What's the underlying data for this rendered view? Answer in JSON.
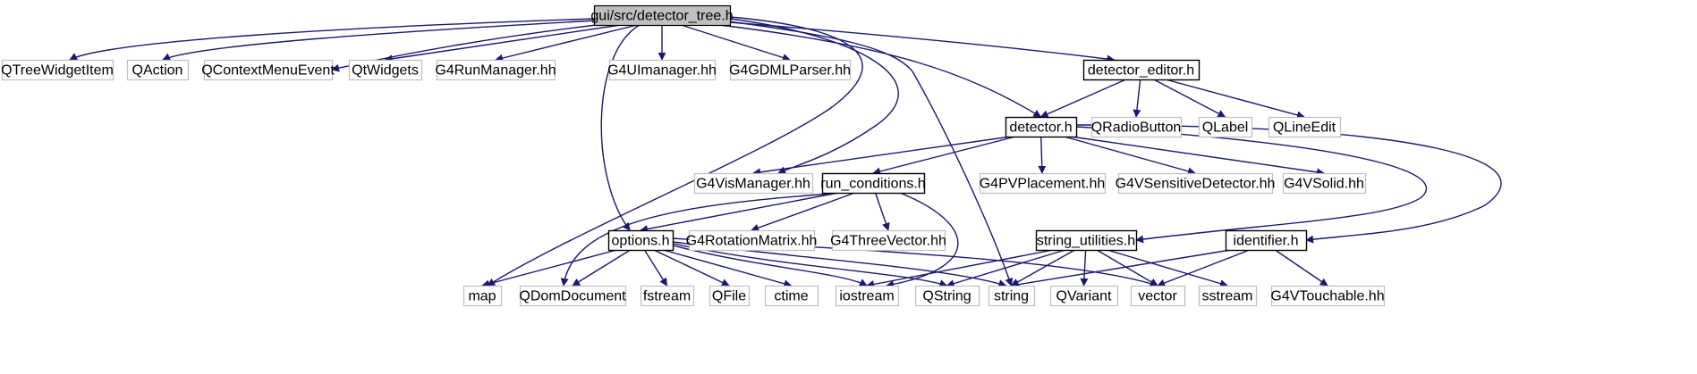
{
  "graph": {
    "root": "gui/src/detector_tree.h",
    "node_style": {
      "root_fill": "#bfbfbf",
      "documented_border": "#000000",
      "undocumented_border": "#bfbfbf",
      "edge_color": "#191970"
    },
    "nodes": [
      {
        "id": "detector_tree",
        "label": "gui/src/detector_tree.h",
        "kind": "root"
      },
      {
        "id": "QTreeWidgetItem",
        "label": "QTreeWidgetItem",
        "kind": "external"
      },
      {
        "id": "QAction",
        "label": "QAction",
        "kind": "external"
      },
      {
        "id": "QContextMenuEvent",
        "label": "QContextMenuEvent",
        "kind": "external"
      },
      {
        "id": "QtWidgets",
        "label": "QtWidgets",
        "kind": "external"
      },
      {
        "id": "G4RunManager",
        "label": "G4RunManager.hh",
        "kind": "external"
      },
      {
        "id": "G4UImanager",
        "label": "G4UImanager.hh",
        "kind": "external"
      },
      {
        "id": "G4GDMLParser",
        "label": "G4GDMLParser.hh",
        "kind": "external"
      },
      {
        "id": "detector_editor",
        "label": "detector_editor.h",
        "kind": "documented"
      },
      {
        "id": "detector",
        "label": "detector.h",
        "kind": "documented"
      },
      {
        "id": "QRadioButton",
        "label": "QRadioButton",
        "kind": "external"
      },
      {
        "id": "QLabel",
        "label": "QLabel",
        "kind": "external"
      },
      {
        "id": "QLineEdit",
        "label": "QLineEdit",
        "kind": "external"
      },
      {
        "id": "G4VisManager",
        "label": "G4VisManager.hh",
        "kind": "external"
      },
      {
        "id": "run_conditions",
        "label": "run_conditions.h",
        "kind": "documented"
      },
      {
        "id": "G4PVPlacement",
        "label": "G4PVPlacement.hh",
        "kind": "external"
      },
      {
        "id": "G4VSensitiveDetector",
        "label": "G4VSensitiveDetector.hh",
        "kind": "external"
      },
      {
        "id": "G4VSolid",
        "label": "G4VSolid.hh",
        "kind": "external"
      },
      {
        "id": "options",
        "label": "options.h",
        "kind": "documented"
      },
      {
        "id": "G4RotationMatrix",
        "label": "G4RotationMatrix.hh",
        "kind": "external"
      },
      {
        "id": "G4ThreeVector",
        "label": "G4ThreeVector.hh",
        "kind": "external"
      },
      {
        "id": "string_utilities",
        "label": "string_utilities.h",
        "kind": "documented"
      },
      {
        "id": "identifier",
        "label": "identifier.h",
        "kind": "documented"
      },
      {
        "id": "map",
        "label": "map",
        "kind": "external"
      },
      {
        "id": "QDomDocument",
        "label": "QDomDocument",
        "kind": "external"
      },
      {
        "id": "fstream",
        "label": "fstream",
        "kind": "external"
      },
      {
        "id": "QFile",
        "label": "QFile",
        "kind": "external"
      },
      {
        "id": "ctime",
        "label": "ctime",
        "kind": "external"
      },
      {
        "id": "iostream",
        "label": "iostream",
        "kind": "external"
      },
      {
        "id": "QString",
        "label": "QString",
        "kind": "external"
      },
      {
        "id": "string",
        "label": "string",
        "kind": "external"
      },
      {
        "id": "QVariant",
        "label": "QVariant",
        "kind": "external"
      },
      {
        "id": "vector",
        "label": "vector",
        "kind": "external"
      },
      {
        "id": "sstream",
        "label": "sstream",
        "kind": "external"
      },
      {
        "id": "G4VTouchable",
        "label": "G4VTouchable.hh",
        "kind": "external"
      }
    ],
    "edges": [
      [
        "detector_tree",
        "QTreeWidgetItem"
      ],
      [
        "detector_tree",
        "QAction"
      ],
      [
        "detector_tree",
        "QContextMenuEvent"
      ],
      [
        "detector_tree",
        "QtWidgets"
      ],
      [
        "detector_tree",
        "G4RunManager"
      ],
      [
        "detector_tree",
        "G4UImanager"
      ],
      [
        "detector_tree",
        "G4GDMLParser"
      ],
      [
        "detector_tree",
        "detector_editor"
      ],
      [
        "detector_tree",
        "detector"
      ],
      [
        "detector_tree",
        "G4VisManager"
      ],
      [
        "detector_tree",
        "options"
      ],
      [
        "detector_tree",
        "map"
      ],
      [
        "detector_tree",
        "string"
      ],
      [
        "detector_editor",
        "detector"
      ],
      [
        "detector_editor",
        "QRadioButton"
      ],
      [
        "detector_editor",
        "QLabel"
      ],
      [
        "detector_editor",
        "QLineEdit"
      ],
      [
        "detector",
        "G4VisManager"
      ],
      [
        "detector",
        "run_conditions"
      ],
      [
        "detector",
        "G4PVPlacement"
      ],
      [
        "detector",
        "G4VSensitiveDetector"
      ],
      [
        "detector",
        "G4VSolid"
      ],
      [
        "detector",
        "string_utilities"
      ],
      [
        "detector",
        "identifier"
      ],
      [
        "run_conditions",
        "options"
      ],
      [
        "run_conditions",
        "G4RotationMatrix"
      ],
      [
        "run_conditions",
        "G4ThreeVector"
      ],
      [
        "run_conditions",
        "QDomDocument"
      ],
      [
        "run_conditions",
        "iostream"
      ],
      [
        "options",
        "map"
      ],
      [
        "options",
        "QDomDocument"
      ],
      [
        "options",
        "fstream"
      ],
      [
        "options",
        "QFile"
      ],
      [
        "options",
        "ctime"
      ],
      [
        "options",
        "iostream"
      ],
      [
        "options",
        "QString"
      ],
      [
        "options",
        "string"
      ],
      [
        "options",
        "vector"
      ],
      [
        "string_utilities",
        "iostream"
      ],
      [
        "string_utilities",
        "QString"
      ],
      [
        "string_utilities",
        "string"
      ],
      [
        "string_utilities",
        "QVariant"
      ],
      [
        "string_utilities",
        "vector"
      ],
      [
        "string_utilities",
        "sstream"
      ],
      [
        "identifier",
        "string"
      ],
      [
        "identifier",
        "vector"
      ],
      [
        "identifier",
        "G4VTouchable"
      ]
    ]
  }
}
